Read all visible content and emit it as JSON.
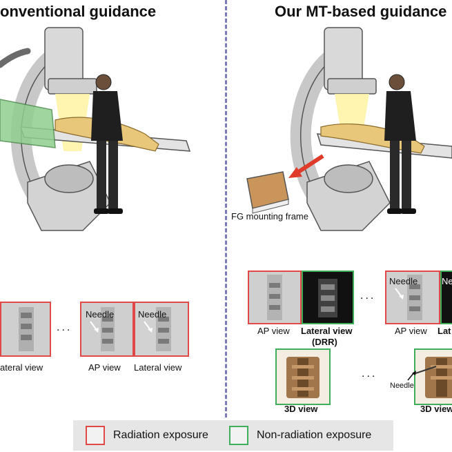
{
  "left_panel": {
    "title": "onventional guidance",
    "views": [
      {
        "label": "ateral view"
      },
      {
        "label": "AP view",
        "annotation": "Needle"
      },
      {
        "label": "Lateral view",
        "annotation": "Needle"
      }
    ],
    "ellipsis": "..."
  },
  "right_panel": {
    "title": "Our MT-based guidance",
    "frame_label": "FG mounting frame",
    "views_row1": [
      {
        "label": "AP view"
      },
      {
        "label": "Lateral view",
        "sublabel": "(DRR)"
      },
      {
        "label": "AP view",
        "annotation": "Needle"
      },
      {
        "label": "Lat",
        "annotation": "Ne"
      }
    ],
    "views_row2": [
      {
        "label": "3D view"
      },
      {
        "label": "3D view",
        "annotation": "Needle"
      }
    ],
    "ellipsis": "..."
  },
  "legend": {
    "radiation": "Radiation exposure",
    "non_radiation": "Non-radiation exposure"
  },
  "colors": {
    "radiation": "#e04848",
    "non_radiation": "#3fae5a",
    "divider": "#7b7bbd",
    "legend_bg": "#e6e6e6"
  }
}
